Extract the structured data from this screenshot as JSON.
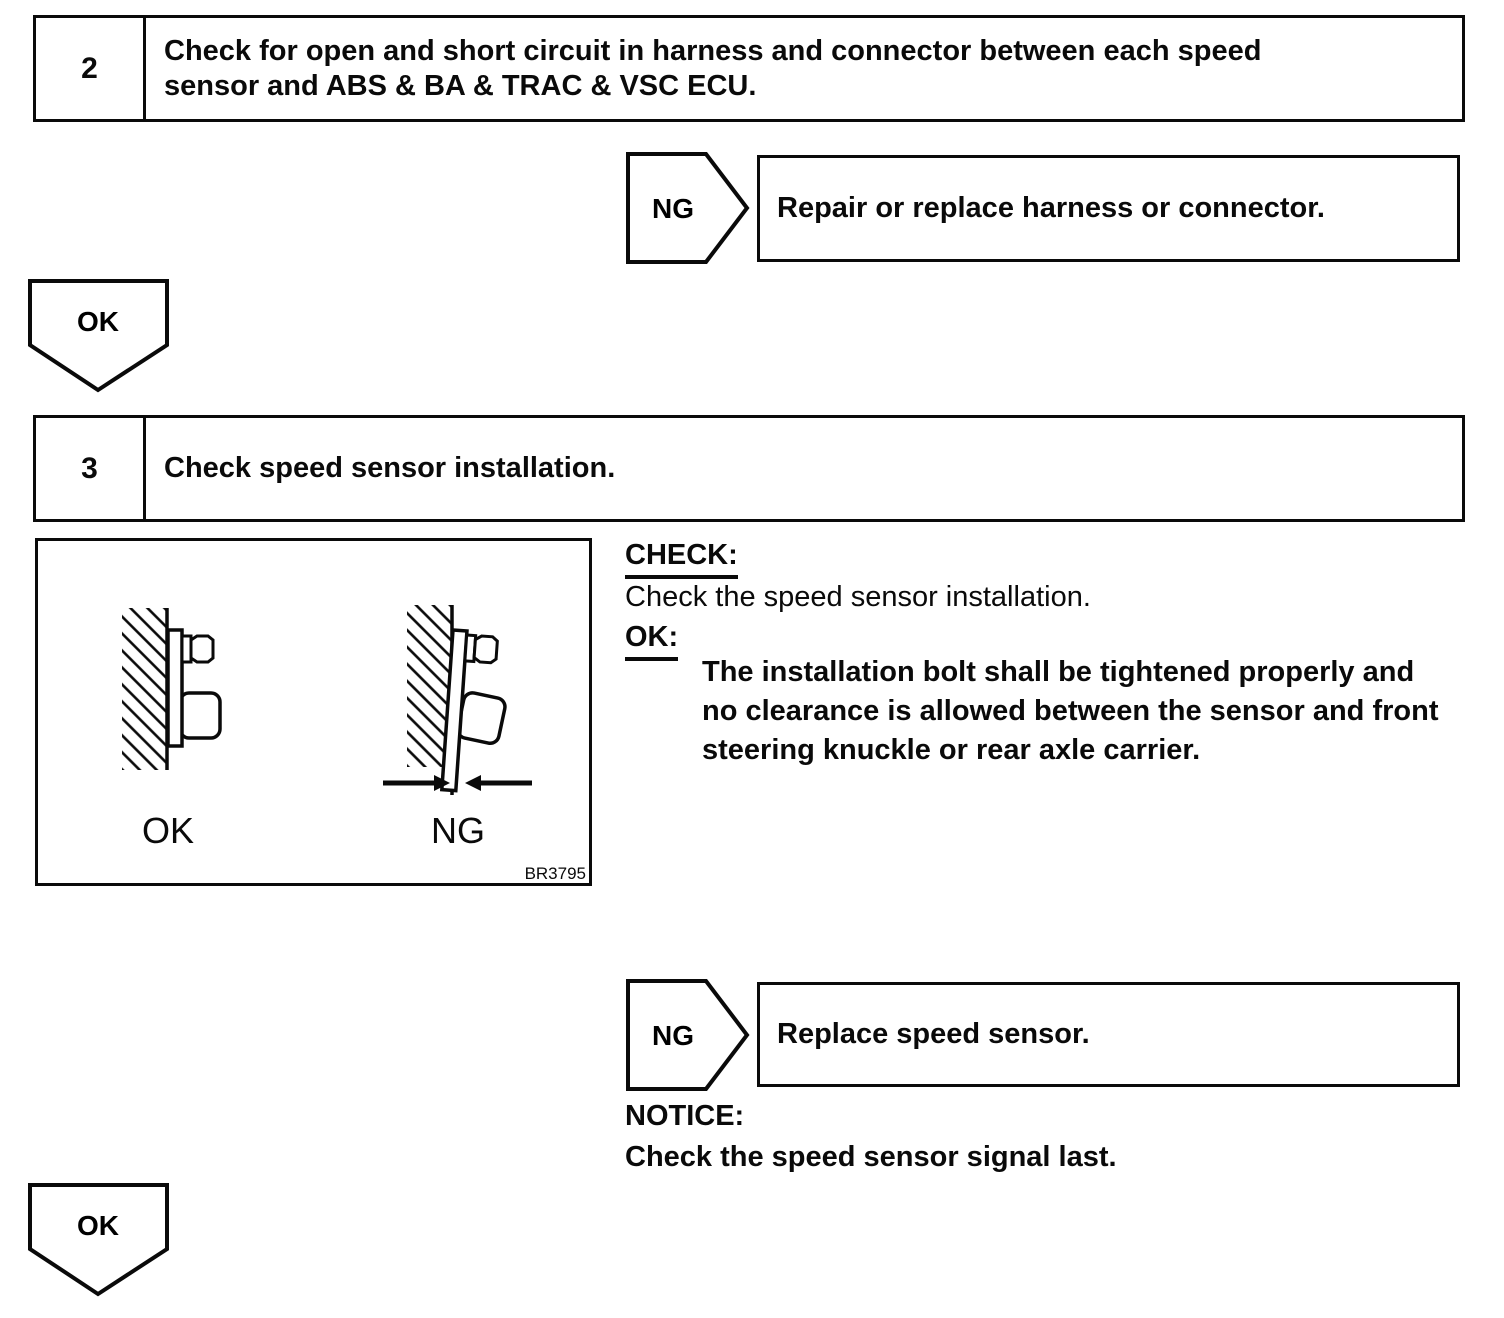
{
  "palette": {
    "ink": "#0a0a0a",
    "paper": "#ffffff"
  },
  "step2": {
    "number": "2",
    "title_line1": "Check for open and short circuit in harness and connector between each speed",
    "title_line2": "sensor and ABS & BA & TRAC & VSC ECU."
  },
  "branch1": {
    "tag": "NG",
    "action": "Repair or replace harness or connector."
  },
  "ok1": {
    "label": "OK"
  },
  "step3": {
    "number": "3",
    "title": "Check speed sensor installation."
  },
  "figure": {
    "ok_label": "OK",
    "ng_label": "NG",
    "ref_code": "BR3795"
  },
  "check_section": {
    "check_heading": "CHECK:",
    "check_body": "Check the speed sensor installation.",
    "ok_heading": "OK:",
    "ok_line1": "The installation bolt shall be tightened properly and",
    "ok_line2": "no clearance is allowed between the sensor and front",
    "ok_line3": "steering knuckle or rear axle carrier."
  },
  "branch2": {
    "tag": "NG",
    "action": "Replace speed sensor."
  },
  "notice": {
    "heading": "NOTICE:",
    "body": "Check the speed sensor signal last."
  },
  "ok2": {
    "label": "OK"
  }
}
